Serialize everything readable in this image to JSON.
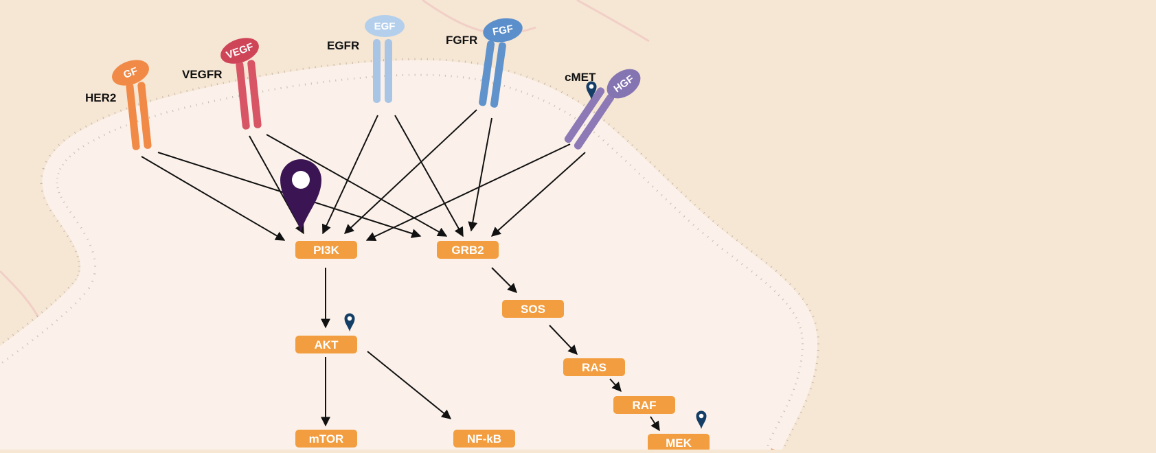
{
  "diagram": {
    "receptors": [
      {
        "id": "her2",
        "label": "HER2",
        "ligand": "GF",
        "color": "#f08a46",
        "ligand_color": "#f08a46",
        "marker": false
      },
      {
        "id": "vegfr",
        "label": "VEGFR",
        "ligand": "VEGF",
        "color": "#d85565",
        "ligand_color": "#cf4558",
        "marker": false
      },
      {
        "id": "egfr",
        "label": "EGFR",
        "ligand": "EGF",
        "color": "#a9c5e6",
        "ligand_color": "#b4cfeb",
        "marker": false
      },
      {
        "id": "fgfr",
        "label": "FGFR",
        "ligand": "FGF",
        "color": "#6093cc",
        "ligand_color": "#5a8fcb",
        "marker": false
      },
      {
        "id": "cmet",
        "label": "cMET",
        "ligand": "HGF",
        "color": "#8d79b6",
        "ligand_color": "#8574b2",
        "marker": true
      }
    ],
    "nodes": [
      {
        "id": "pi3k",
        "label": "PI3K",
        "marker": "large"
      },
      {
        "id": "grb2",
        "label": "GRB2",
        "marker": "none"
      },
      {
        "id": "sos",
        "label": "SOS",
        "marker": "none"
      },
      {
        "id": "akt",
        "label": "AKT",
        "marker": "small"
      },
      {
        "id": "ras",
        "label": "RAS",
        "marker": "none"
      },
      {
        "id": "raf",
        "label": "RAF",
        "marker": "none"
      },
      {
        "id": "mtor",
        "label": "mTOR",
        "marker": "none"
      },
      {
        "id": "nfkb",
        "label": "NF-kB",
        "marker": "none"
      },
      {
        "id": "mek",
        "label": "MEK",
        "marker": "small"
      }
    ],
    "edges": [
      [
        "her2",
        "pi3k"
      ],
      [
        "her2",
        "grb2"
      ],
      [
        "vegfr",
        "pi3k"
      ],
      [
        "vegfr",
        "grb2"
      ],
      [
        "egfr",
        "pi3k"
      ],
      [
        "egfr",
        "grb2"
      ],
      [
        "fgfr",
        "pi3k"
      ],
      [
        "fgfr",
        "grb2"
      ],
      [
        "cmet",
        "pi3k"
      ],
      [
        "cmet",
        "grb2"
      ],
      [
        "pi3k",
        "akt"
      ],
      [
        "akt",
        "mtor"
      ],
      [
        "akt",
        "nfkb"
      ],
      [
        "grb2",
        "sos"
      ],
      [
        "sos",
        "ras"
      ],
      [
        "ras",
        "raf"
      ],
      [
        "raf",
        "mek"
      ]
    ],
    "colors": {
      "background": "#f6e6d4",
      "cytoplasm": "#fbf1ea",
      "membrane_head": "#e8915c",
      "node_fill": "#f29d3f",
      "marker_large": "#3b1553",
      "marker_small": "#153e66",
      "arrow": "#111111"
    }
  }
}
